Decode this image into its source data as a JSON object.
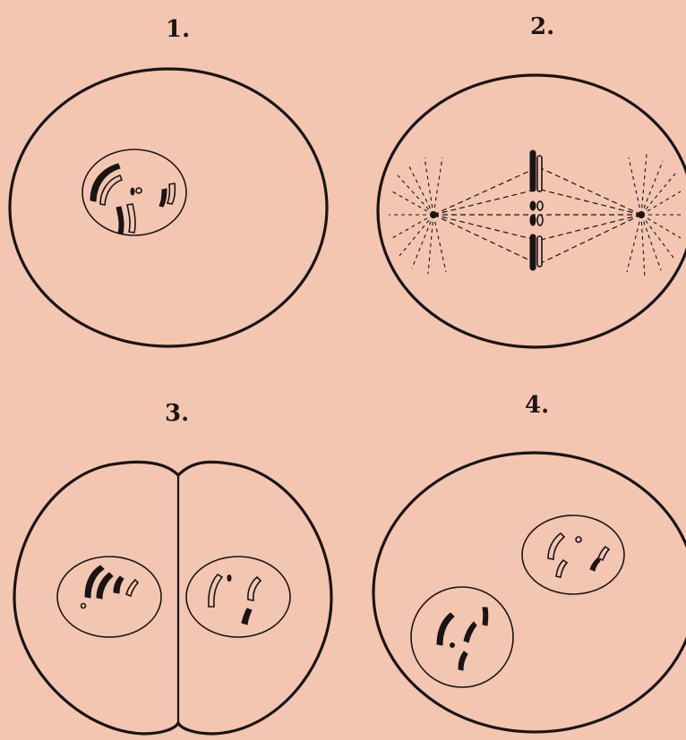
{
  "figures": [
    {
      "label": "1."
    },
    {
      "label": "2."
    },
    {
      "label": "3."
    },
    {
      "label": "4."
    }
  ],
  "colors": {
    "paper": "#f3c6b2",
    "ink": "#1a1414"
  }
}
